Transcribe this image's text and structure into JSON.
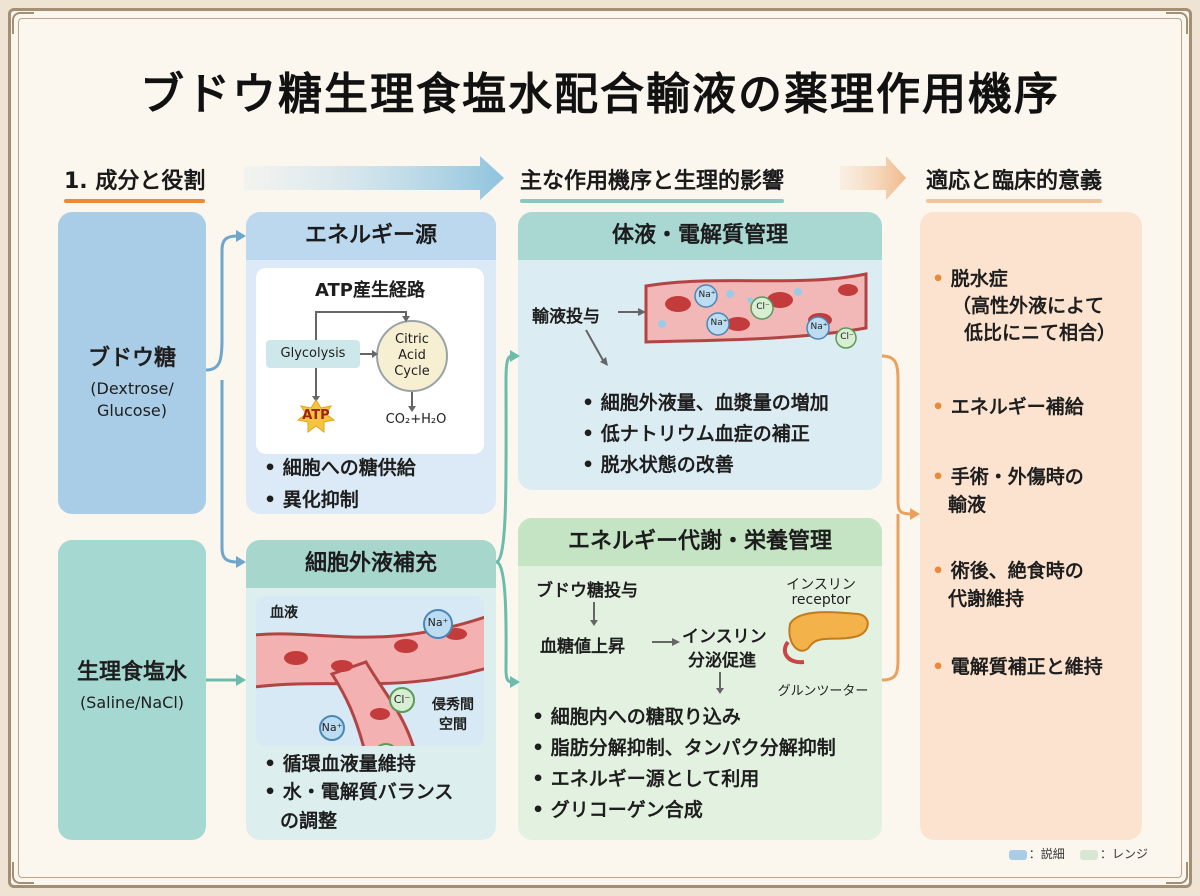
{
  "title": "ブドウ糖生理食塩水配合輸液の薬理作用機序",
  "columns": {
    "components": "1. 成分と役割",
    "mechanism": "主な作用機序と生理的影響",
    "indications": "適応と臨床的意義"
  },
  "ingredients": {
    "dextrose": {
      "name": "ブドウ糖",
      "sub1": "(Dextrose/",
      "sub2": "Glucose)"
    },
    "saline": {
      "name": "生理食塩水",
      "sub1": "(Saline/NaCl)"
    }
  },
  "energy": {
    "header": "エネルギー源",
    "pathway_title": "ATP産生経路",
    "glycolysis": "Glycolysis",
    "cycle_1": "Citric",
    "cycle_2": "Acid",
    "cycle_3": "Cycle",
    "atp": "ATP",
    "co2_h2o": "CO₂+H₂O",
    "bullets": [
      "細胞への糖供給",
      "異化抑制"
    ]
  },
  "ecf": {
    "header": "細胞外液補充",
    "blood_label": "血液",
    "interstitial_1": "侵秀間",
    "interstitial_2": "空間",
    "na": "Na⁺",
    "cl": "Cl⁻",
    "bullets": [
      "循環血液量維持",
      "水・電解質バランス",
      "の調整"
    ]
  },
  "fluid": {
    "header": "体液・電解質管理",
    "infusion": "輸液投与",
    "bullets": [
      "細胞外液量、血漿量の増加",
      "低ナトリウム血症の補正",
      "脱水状態の改善"
    ]
  },
  "metabolism": {
    "header": "エネルギー代謝・栄養管理",
    "admin": "ブドウ糖投与",
    "glucose_up": "血糖値上昇",
    "insulin_1": "インスリン",
    "insulin_2": "分泌促進",
    "receptor_1": "インスリン",
    "receptor_2": "receptor",
    "transporter": "グルンツーター",
    "bullets": [
      "細胞内への糖取り込み",
      "脂肪分解抑制、タンパク分解抑制",
      "エネルギー源として利用",
      "グリコーゲン合成"
    ]
  },
  "indications": [
    {
      "lines": [
        "脱水症",
        "（高性外液によて",
        "低比にニて相合）"
      ]
    },
    {
      "lines": [
        "エネルギー補給"
      ]
    },
    {
      "lines": [
        "手術・外傷時の",
        "輸液"
      ]
    },
    {
      "lines": [
        "術後、絶食時の",
        "代謝維持"
      ]
    },
    {
      "lines": [
        "電解質補正と維持"
      ]
    }
  ],
  "legend": {
    "item1": "：説細",
    "item2": "：レンジ"
  },
  "colors": {
    "blue_box": "#a9cde6",
    "teal_box": "#a6d8d2",
    "orange_box": "#fbe3cf",
    "green_box": "#dcefdc",
    "accent_orange": "#e88a3a"
  }
}
